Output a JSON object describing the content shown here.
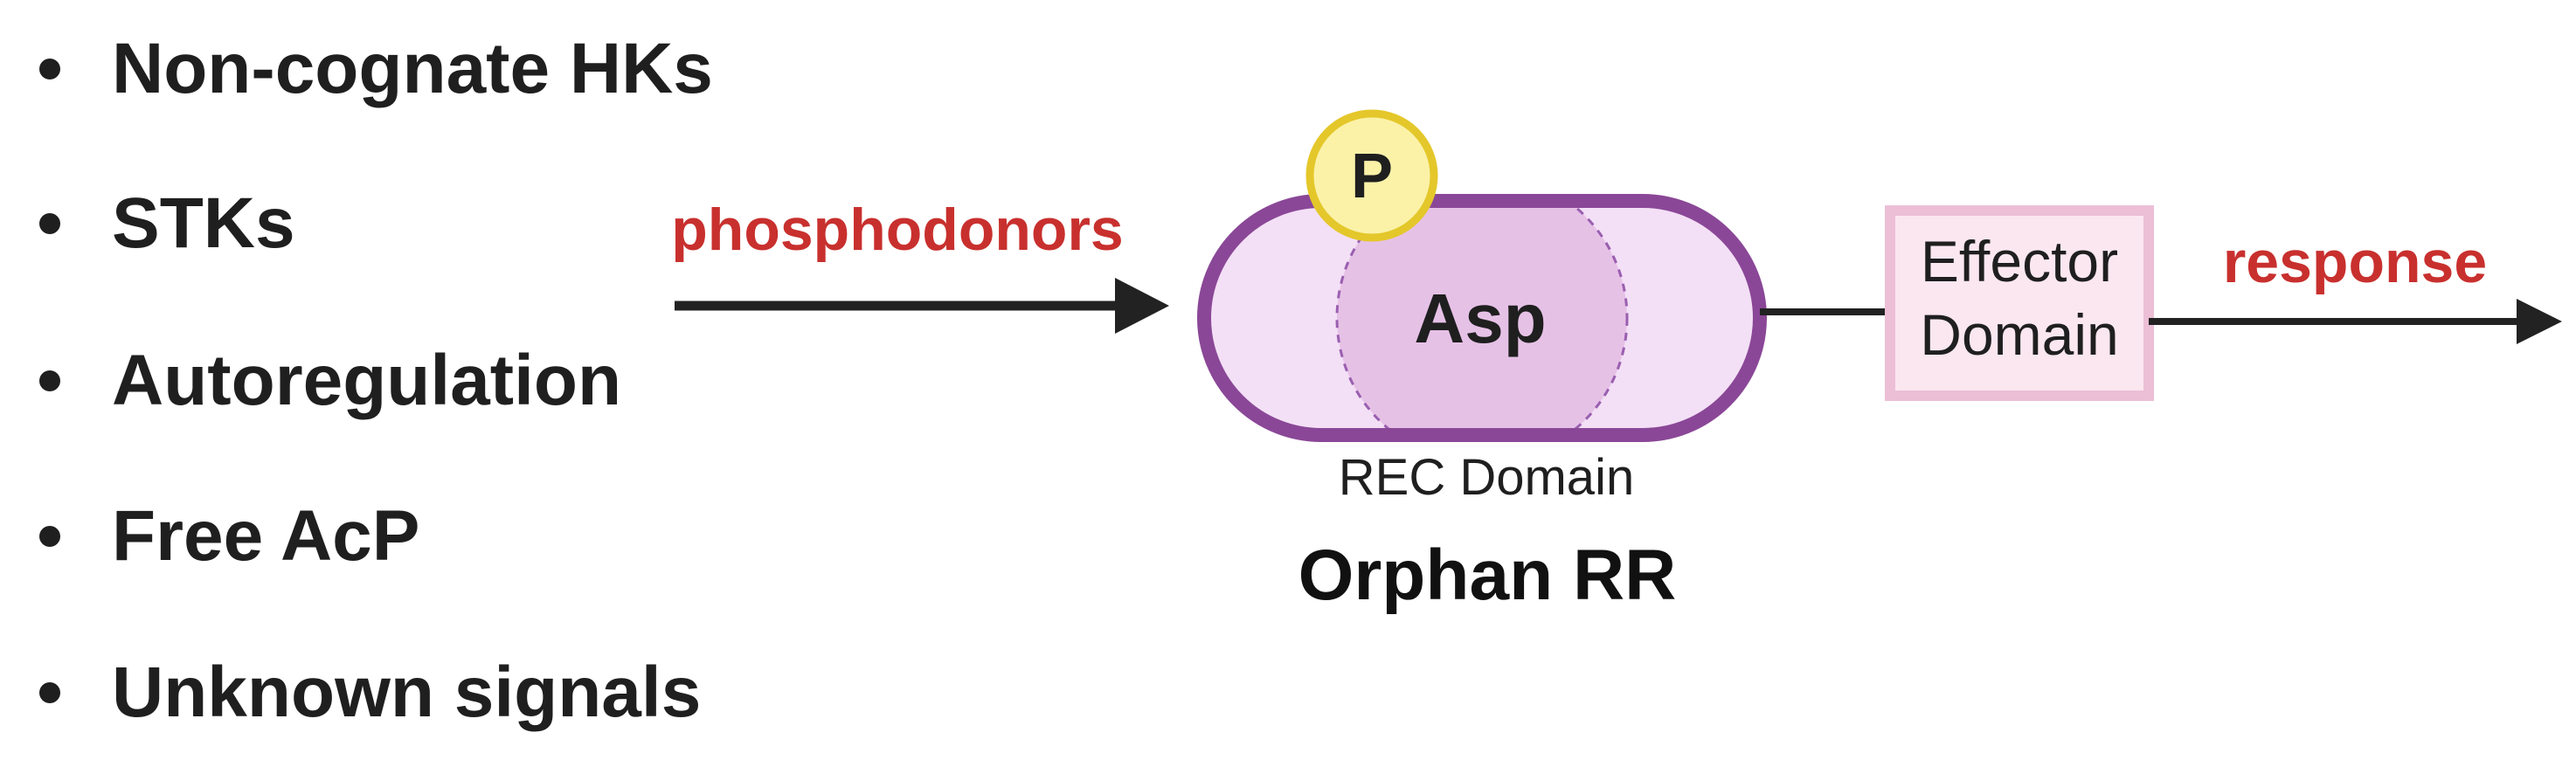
{
  "signals": [
    "Non-cognate HKs",
    "STKs",
    "Autoregulation",
    "Free AcP",
    "Unknown signals"
  ],
  "input_label": "phosphodonors",
  "phospho_label": "P",
  "residue_label": "Asp",
  "rec_domain_label": "REC Domain",
  "protein_title": "Orphan RR",
  "effector_label_line1": "Effector",
  "effector_label_line2": "Domain",
  "output_label": "response",
  "colors": {
    "text": "#1f1f1f",
    "accent_red": "#c8302e",
    "arrow": "#222222",
    "rec_fill": "#f3e0f6",
    "rec_stroke": "#8a4797",
    "asp_fill": "#e6c1e6",
    "asp_stroke": "#9a5fb0",
    "phospho_fill": "#fbf2a8",
    "phospho_stroke": "#e4c72a",
    "effector_fill": "#fbe7f0",
    "effector_stroke": "#ecbfd6"
  }
}
